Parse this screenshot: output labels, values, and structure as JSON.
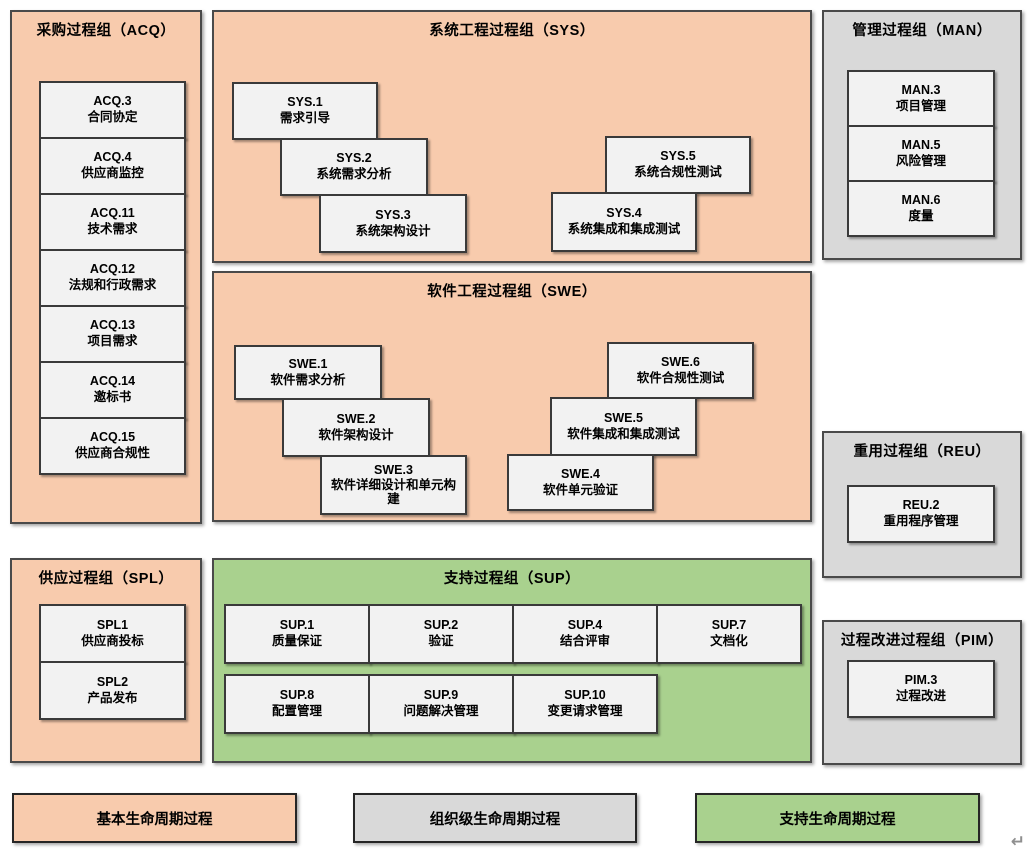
{
  "colors": {
    "basic": "#f8cbad",
    "org": "#d9d9d9",
    "support": "#a9d18e",
    "item_bg": "#f2f2f2",
    "border": "#3a3a3a"
  },
  "groups": {
    "acq": {
      "title": "采购过程组（ACQ）",
      "items": [
        {
          "code": "ACQ.3",
          "name": "合同协定"
        },
        {
          "code": "ACQ.4",
          "name": "供应商监控"
        },
        {
          "code": "ACQ.11",
          "name": "技术需求"
        },
        {
          "code": "ACQ.12",
          "name": "法规和行政需求"
        },
        {
          "code": "ACQ.13",
          "name": "项目需求"
        },
        {
          "code": "ACQ.14",
          "name": "邀标书"
        },
        {
          "code": "ACQ.15",
          "name": "供应商合规性"
        }
      ]
    },
    "sys": {
      "title": "系统工程过程组（SYS）",
      "items": [
        {
          "code": "SYS.1",
          "name": "需求引导"
        },
        {
          "code": "SYS.2",
          "name": "系统需求分析"
        },
        {
          "code": "SYS.3",
          "name": "系统架构设计"
        },
        {
          "code": "SYS.5",
          "name": "系统合规性测试"
        },
        {
          "code": "SYS.4",
          "name": "系统集成和集成测试"
        }
      ]
    },
    "man": {
      "title": "管理过程组（MAN）",
      "items": [
        {
          "code": "MAN.3",
          "name": "项目管理"
        },
        {
          "code": "MAN.5",
          "name": "风险管理"
        },
        {
          "code": "MAN.6",
          "name": "度量"
        }
      ]
    },
    "swe": {
      "title": "软件工程过程组（SWE）",
      "items": [
        {
          "code": "SWE.1",
          "name": "软件需求分析"
        },
        {
          "code": "SWE.2",
          "name": "软件架构设计"
        },
        {
          "code": "SWE.3",
          "name": "软件详细设计和单元构建"
        },
        {
          "code": "SWE.6",
          "name": "软件合规性测试"
        },
        {
          "code": "SWE.5",
          "name": "软件集成和集成测试"
        },
        {
          "code": "SWE.4",
          "name": "软件单元验证"
        }
      ]
    },
    "reu": {
      "title": "重用过程组（REU）",
      "items": [
        {
          "code": "REU.2",
          "name": "重用程序管理"
        }
      ]
    },
    "spl": {
      "title": "供应过程组（SPL）",
      "items": [
        {
          "code": "SPL1",
          "name": "供应商投标"
        },
        {
          "code": "SPL2",
          "name": "产品发布"
        }
      ]
    },
    "sup": {
      "title": "支持过程组（SUP）",
      "items": [
        {
          "code": "SUP.1",
          "name": "质量保证"
        },
        {
          "code": "SUP.2",
          "name": "验证"
        },
        {
          "code": "SUP.4",
          "name": "结合评审"
        },
        {
          "code": "SUP.7",
          "name": "文档化"
        },
        {
          "code": "SUP.8",
          "name": "配置管理"
        },
        {
          "code": "SUP.9",
          "name": "问题解决管理"
        },
        {
          "code": "SUP.10",
          "name": "变更请求管理"
        }
      ]
    },
    "pim": {
      "title": "过程改进过程组（PIM）",
      "items": [
        {
          "code": "PIM.3",
          "name": "过程改进"
        }
      ]
    }
  },
  "legend": [
    {
      "label": "基本生命周期过程"
    },
    {
      "label": "组织级生命周期过程"
    },
    {
      "label": "支持生命周期过程"
    }
  ],
  "return_mark": "↵"
}
